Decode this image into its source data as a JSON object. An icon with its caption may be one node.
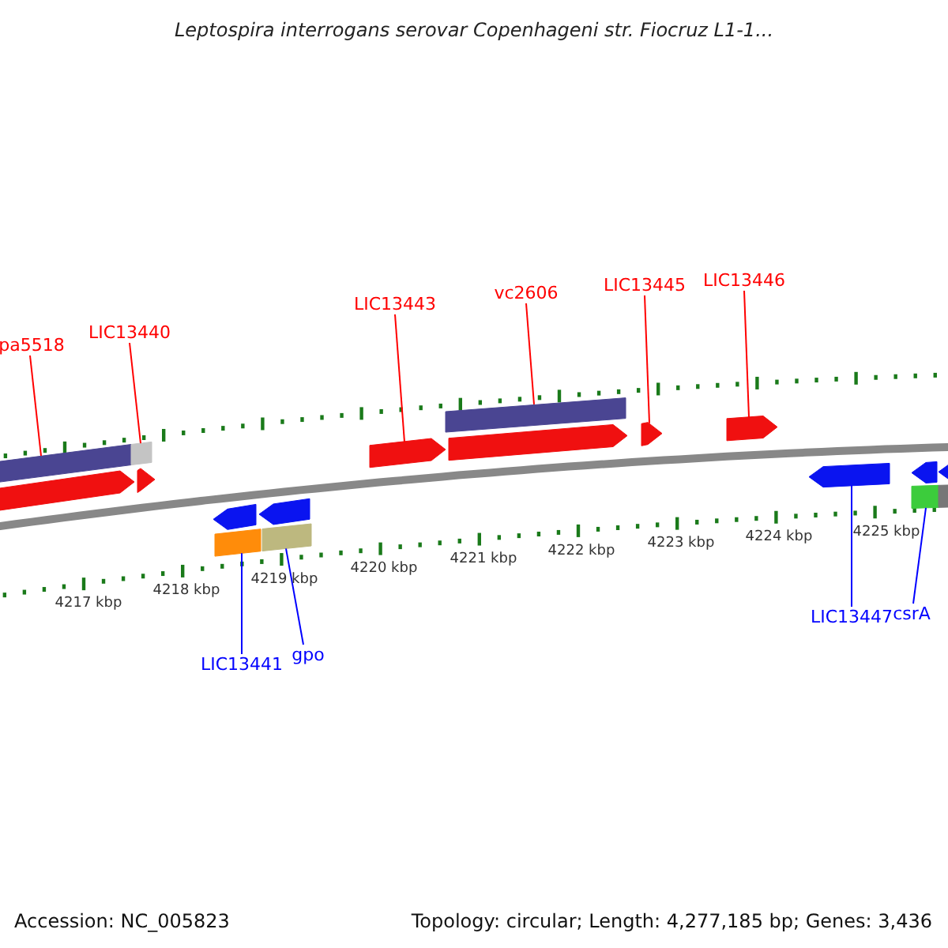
{
  "diagram": {
    "title": "Leptospira interrogans serovar Copenhageni str. Fiocruz L1-1...",
    "nodes": [
      {
        "text": [
          "pa5518"
        ]
      },
      {
        "text": [
          "LIC13440"
        ]
      },
      {
        "text": [
          "LIC13443"
        ]
      },
      {
        "text": [
          "vc2606"
        ]
      },
      {
        "text": [
          "LIC13445"
        ]
      },
      {
        "text": [
          "LIC13446"
        ]
      },
      {
        "text": [
          "LIC13441"
        ]
      },
      {
        "text": [
          "gpo"
        ]
      },
      {
        "text": [
          "LIC13447"
        ]
      },
      {
        "text": [
          "csrA"
        ]
      },
      {
        "text": [],
        "shape": "bar"
      },
      {
        "text": [],
        "shape": "bar"
      },
      {
        "text": [],
        "shape": "bar"
      },
      {
        "text": [],
        "shape": "arrow"
      },
      {
        "text": [],
        "shape": "arrow"
      },
      {
        "text": [],
        "shape": "arrow"
      },
      {
        "text": [],
        "shape": "arrow"
      },
      {
        "text": [],
        "shape": "arrow"
      },
      {
        "text": [],
        "shape": "arrow"
      },
      {
        "text": [],
        "shape": "arrow"
      },
      {
        "text": [],
        "shape": "arrow"
      },
      {
        "text": [],
        "shape": "arrow"
      },
      {
        "text": [],
        "shape": "arrow"
      },
      {
        "text": [],
        "shape": "arrow"
      },
      {
        "text": [],
        "shape": "bar"
      },
      {
        "text": [],
        "shape": "bar"
      },
      {
        "text": [],
        "shape": "bar"
      },
      {
        "text": [],
        "shape": "bar"
      }
    ],
    "edges": [
      {
        "from": 0,
        "to": 10,
        "arrow": "none"
      },
      {
        "from": 1,
        "to": 11,
        "arrow": "none"
      },
      {
        "from": 2,
        "to": 15,
        "arrow": "none"
      },
      {
        "from": 3,
        "to": 12,
        "arrow": "none"
      },
      {
        "from": 4,
        "to": 17,
        "arrow": "none"
      },
      {
        "from": 5,
        "to": 18,
        "arrow": "none"
      },
      {
        "from": 6,
        "to": 24,
        "arrow": "none",
        "color": "#0000ff"
      },
      {
        "from": 7,
        "to": 25,
        "arrow": "none",
        "color": "#0000ff"
      },
      {
        "from": 8,
        "to": 21,
        "arrow": "none",
        "color": "#0000ff"
      },
      {
        "from": 9,
        "to": 26,
        "arrow": "none",
        "color": "#0000ff"
      }
    ],
    "labels": [
      "4217 kbp",
      "4218 kbp",
      "4219 kbp",
      "4220 kbp",
      "4221 kbp",
      "4222 kbp",
      "4223 kbp",
      "4224 kbp",
      "4225 kbp",
      "Accession: NC_005823",
      "Topology: circular; Length: 4,277,185 bp; Genes: 3,436"
    ]
  }
}
